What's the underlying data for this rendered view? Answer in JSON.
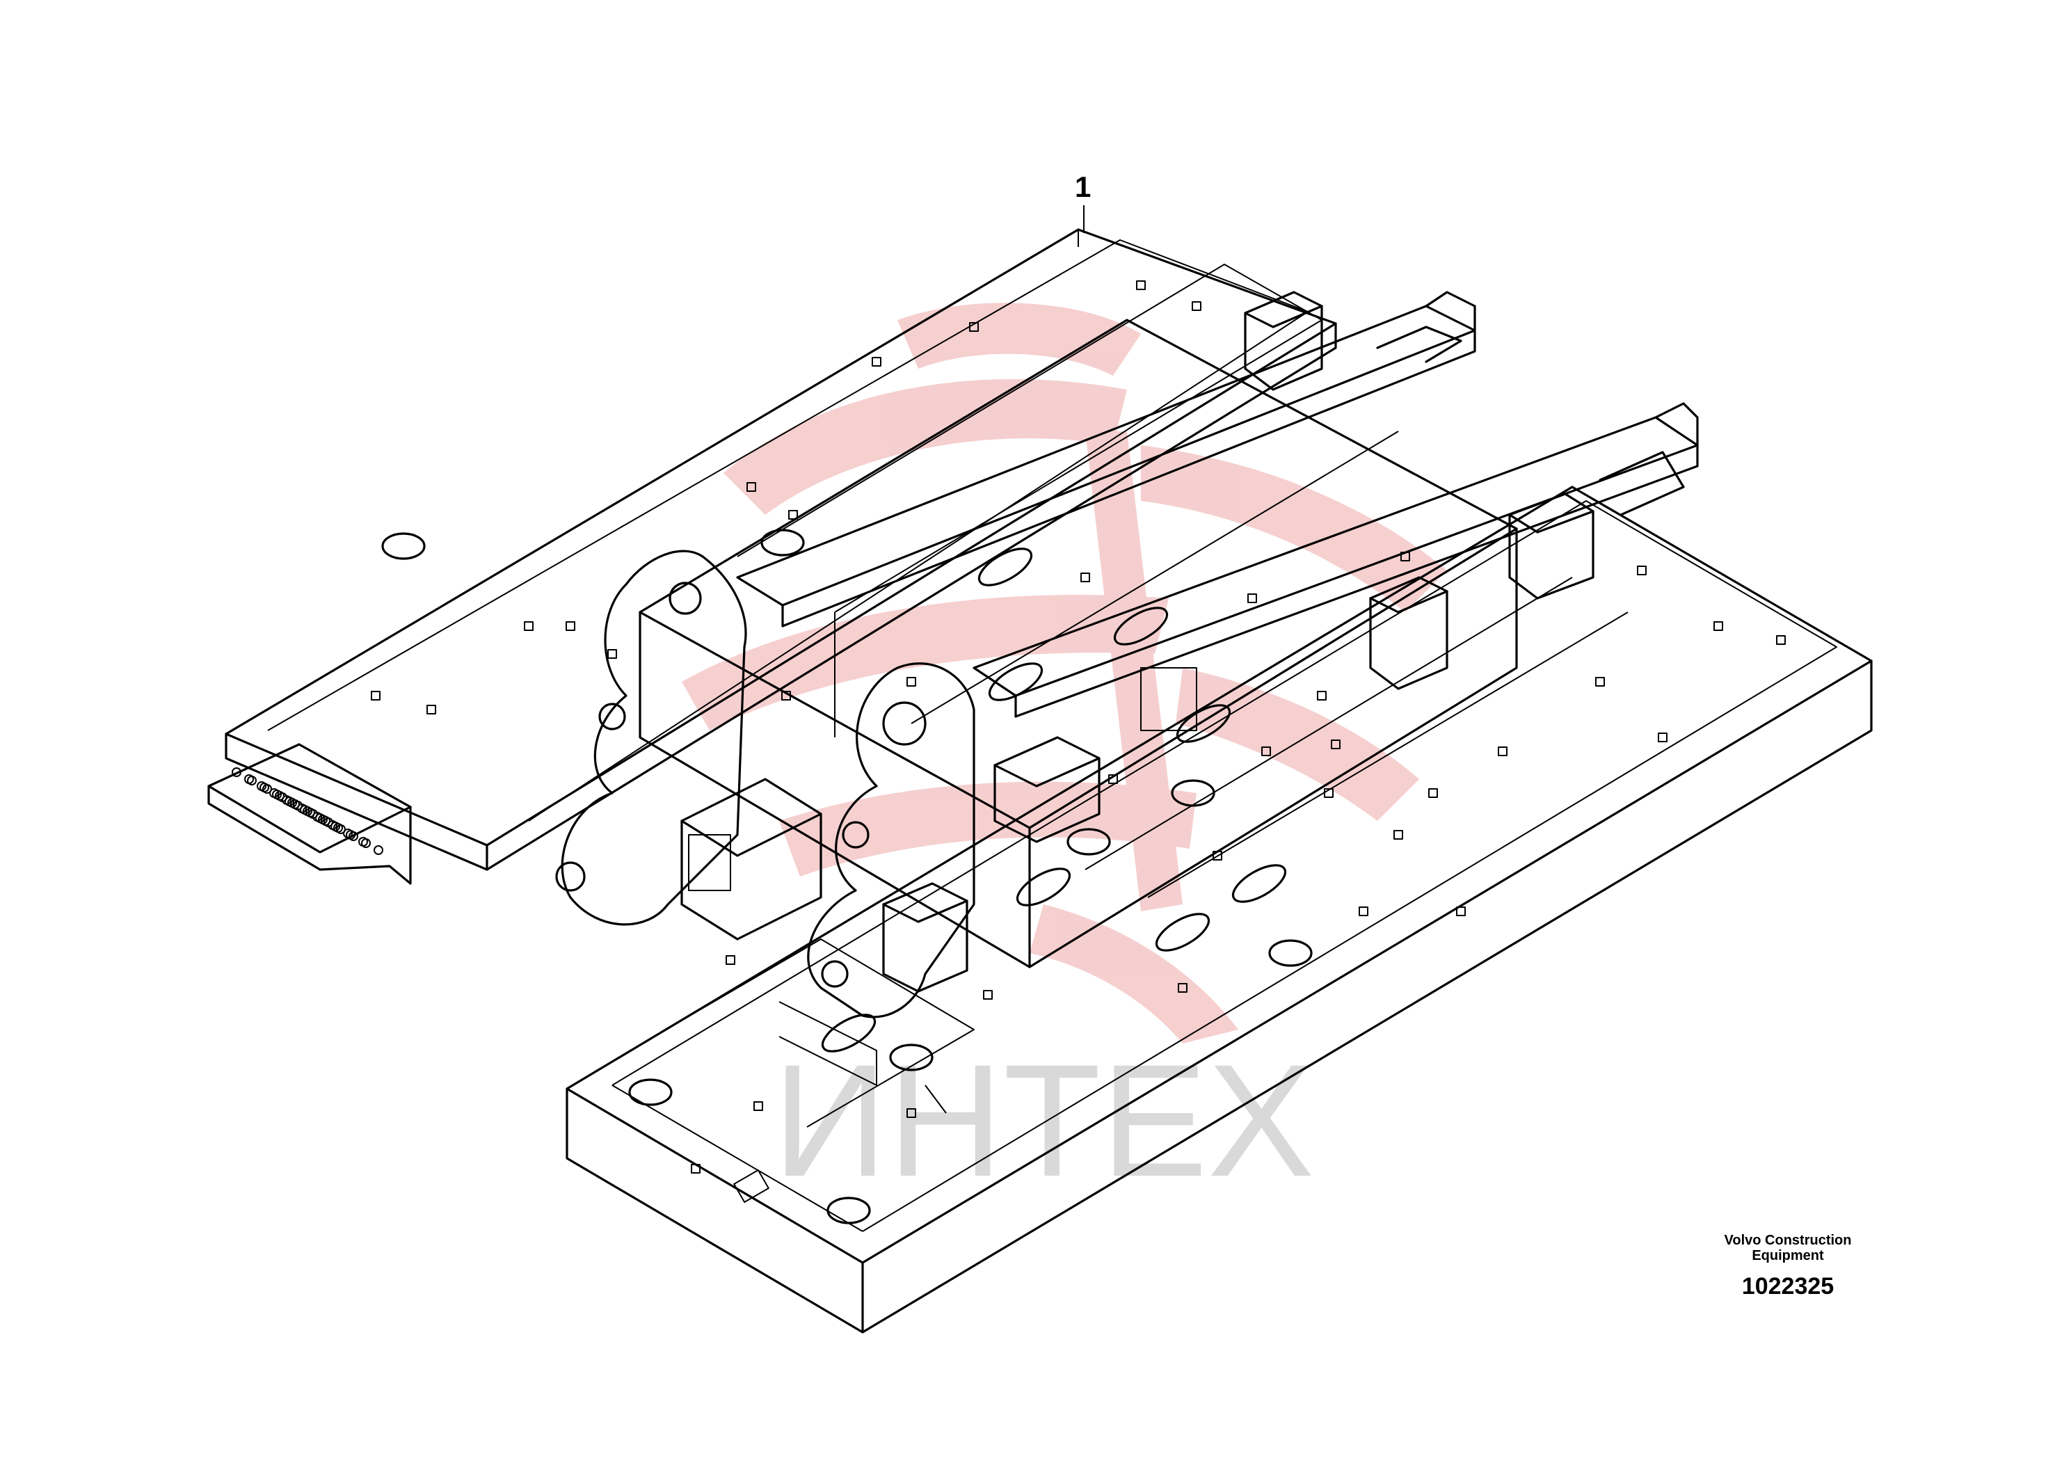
{
  "diagram": {
    "callouts": [
      {
        "label": "1"
      }
    ],
    "caption": {
      "company_line1": "Volvo Construction",
      "company_line2": "Equipment",
      "part_number": "1022325"
    },
    "watermark": {
      "text": "ИНТЕХ",
      "logo_color": "#f4c7c7",
      "text_color": "#d9d9d9"
    }
  }
}
